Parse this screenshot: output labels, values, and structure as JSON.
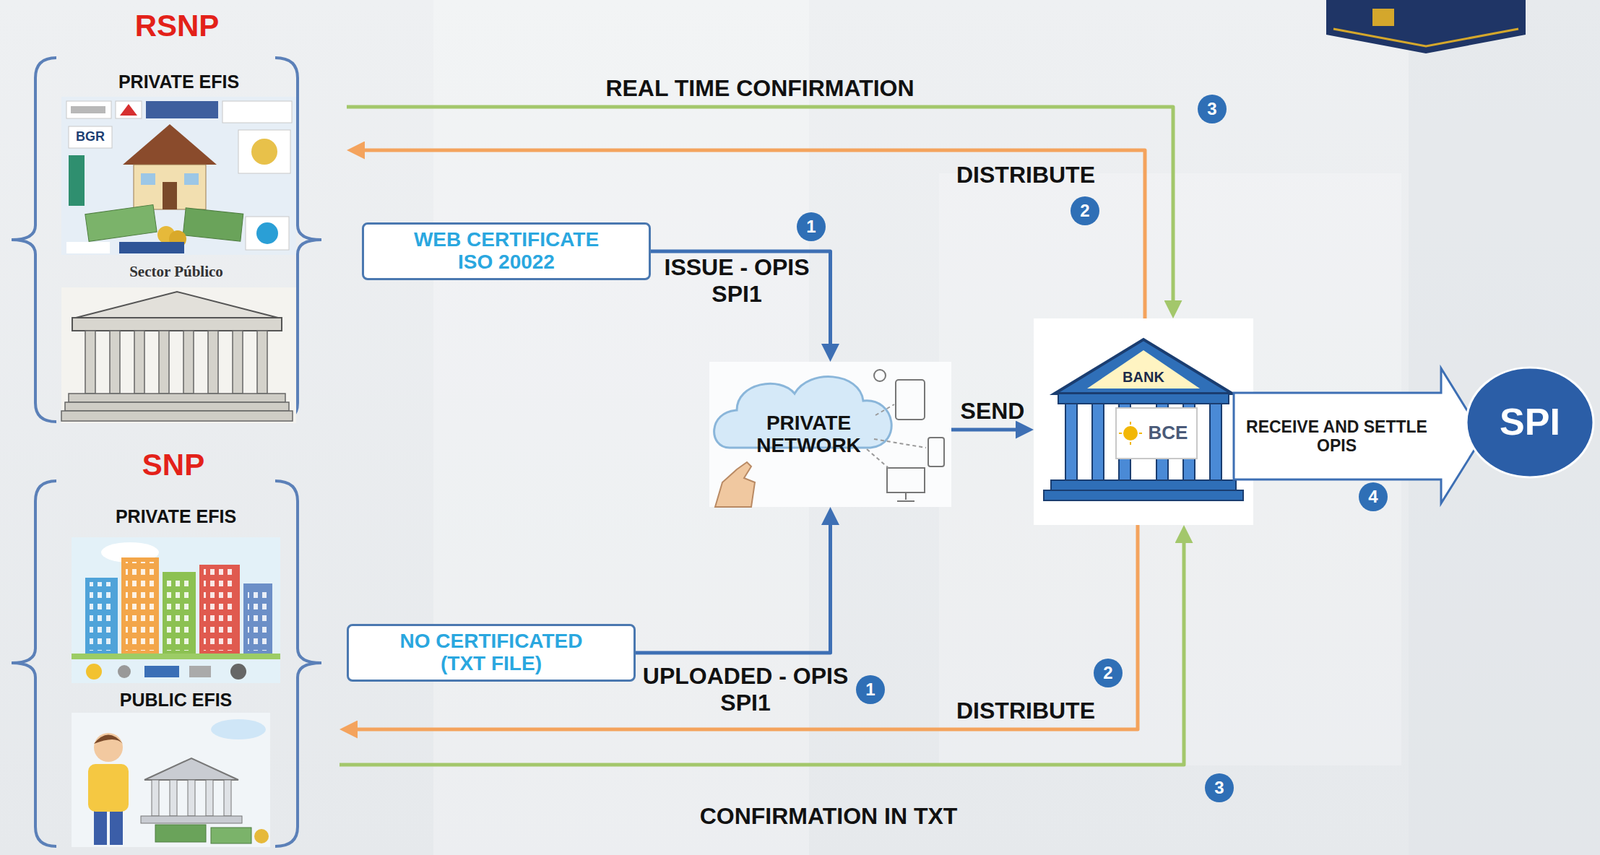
{
  "diagram": {
    "nodes": [
      {
        "text": [
          "RSNP"
        ]
      },
      {
        "text": [
          "PRIVATE EFIS"
        ],
        "in": 0
      },
      {
        "text": [
          "Sector Público"
        ],
        "in": 0
      },
      {
        "text": [
          "SNP"
        ]
      },
      {
        "text": [
          "PRIVATE EFIS"
        ],
        "in": 3
      },
      {
        "text": [
          "PUBLIC EFIS"
        ],
        "in": 3
      },
      {
        "text": [
          "WEB CERTIFICATE ISO 20022"
        ]
      },
      {
        "text": [
          "NO CERTIFICATED (TXT FILE)"
        ]
      },
      {
        "text": [
          "PRIVATE NETWORK"
        ]
      },
      {
        "text": [
          "BANK",
          "BCE"
        ]
      },
      {
        "text": [
          "RECEIVE AND SETTLE OPIS"
        ]
      },
      {
        "text": [
          "SPI"
        ]
      }
    ],
    "edges": [
      {
        "from": 6,
        "to": 8,
        "label": "ISSUE - OPIS SPI1",
        "arrow": "to"
      },
      {
        "from": 7,
        "to": 8,
        "label": "UPLOADED - OPIS SPI1",
        "arrow": "to"
      },
      {
        "from": 8,
        "to": 9,
        "label": "SEND",
        "arrow": "to"
      },
      {
        "from": 9,
        "to": 0,
        "label": "DISTRIBUTE",
        "arrow": "to"
      },
      {
        "from": 0,
        "to": 9,
        "label": "REAL TIME CONFIRMATION",
        "arrow": "to"
      },
      {
        "from": 9,
        "to": 3,
        "label": "DISTRIBUTE",
        "arrow": "to"
      },
      {
        "from": 3,
        "to": 9,
        "label": "CONFIRMATION IN TXT",
        "arrow": "to"
      }
    ],
    "labels": [
      "BGR",
      "3",
      "2",
      "1",
      "4",
      "2",
      "1",
      "3"
    ]
  }
}
